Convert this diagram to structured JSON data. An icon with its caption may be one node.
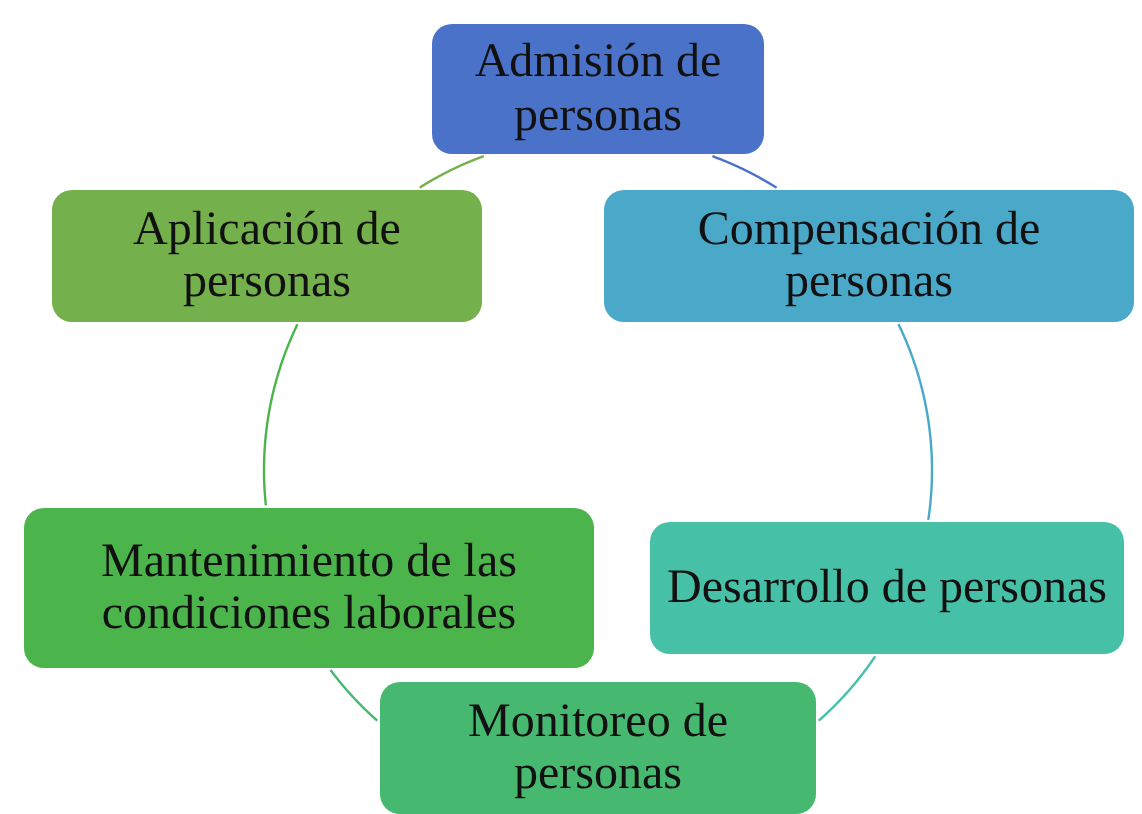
{
  "diagram": {
    "nodes": [
      {
        "text": [
          "Admisión de personas"
        ]
      },
      {
        "text": [
          "Compensación de personas"
        ]
      },
      {
        "text": [
          "Desarrollo de personas"
        ]
      },
      {
        "text": [
          "Monitoreo de personas"
        ]
      },
      {
        "text": [
          "Mantenimiento de las condiciones laborales"
        ]
      },
      {
        "text": [
          "Aplicación de personas"
        ]
      }
    ],
    "edges": [
      {
        "from": 0,
        "to": 1,
        "arrow": "none",
        "color": "#4a72c9"
      },
      {
        "from": 1,
        "to": 2,
        "arrow": "none",
        "color": "#4aa8c8"
      },
      {
        "from": 2,
        "to": 3,
        "arrow": "none",
        "color": "#47c0a8"
      },
      {
        "from": 3,
        "to": 4,
        "arrow": "none",
        "color": "#47b870"
      },
      {
        "from": 4,
        "to": 5,
        "arrow": "none",
        "color": "#4bb44a"
      },
      {
        "from": 5,
        "to": 0,
        "arrow": "none",
        "color": "#74b04b"
      }
    ]
  }
}
